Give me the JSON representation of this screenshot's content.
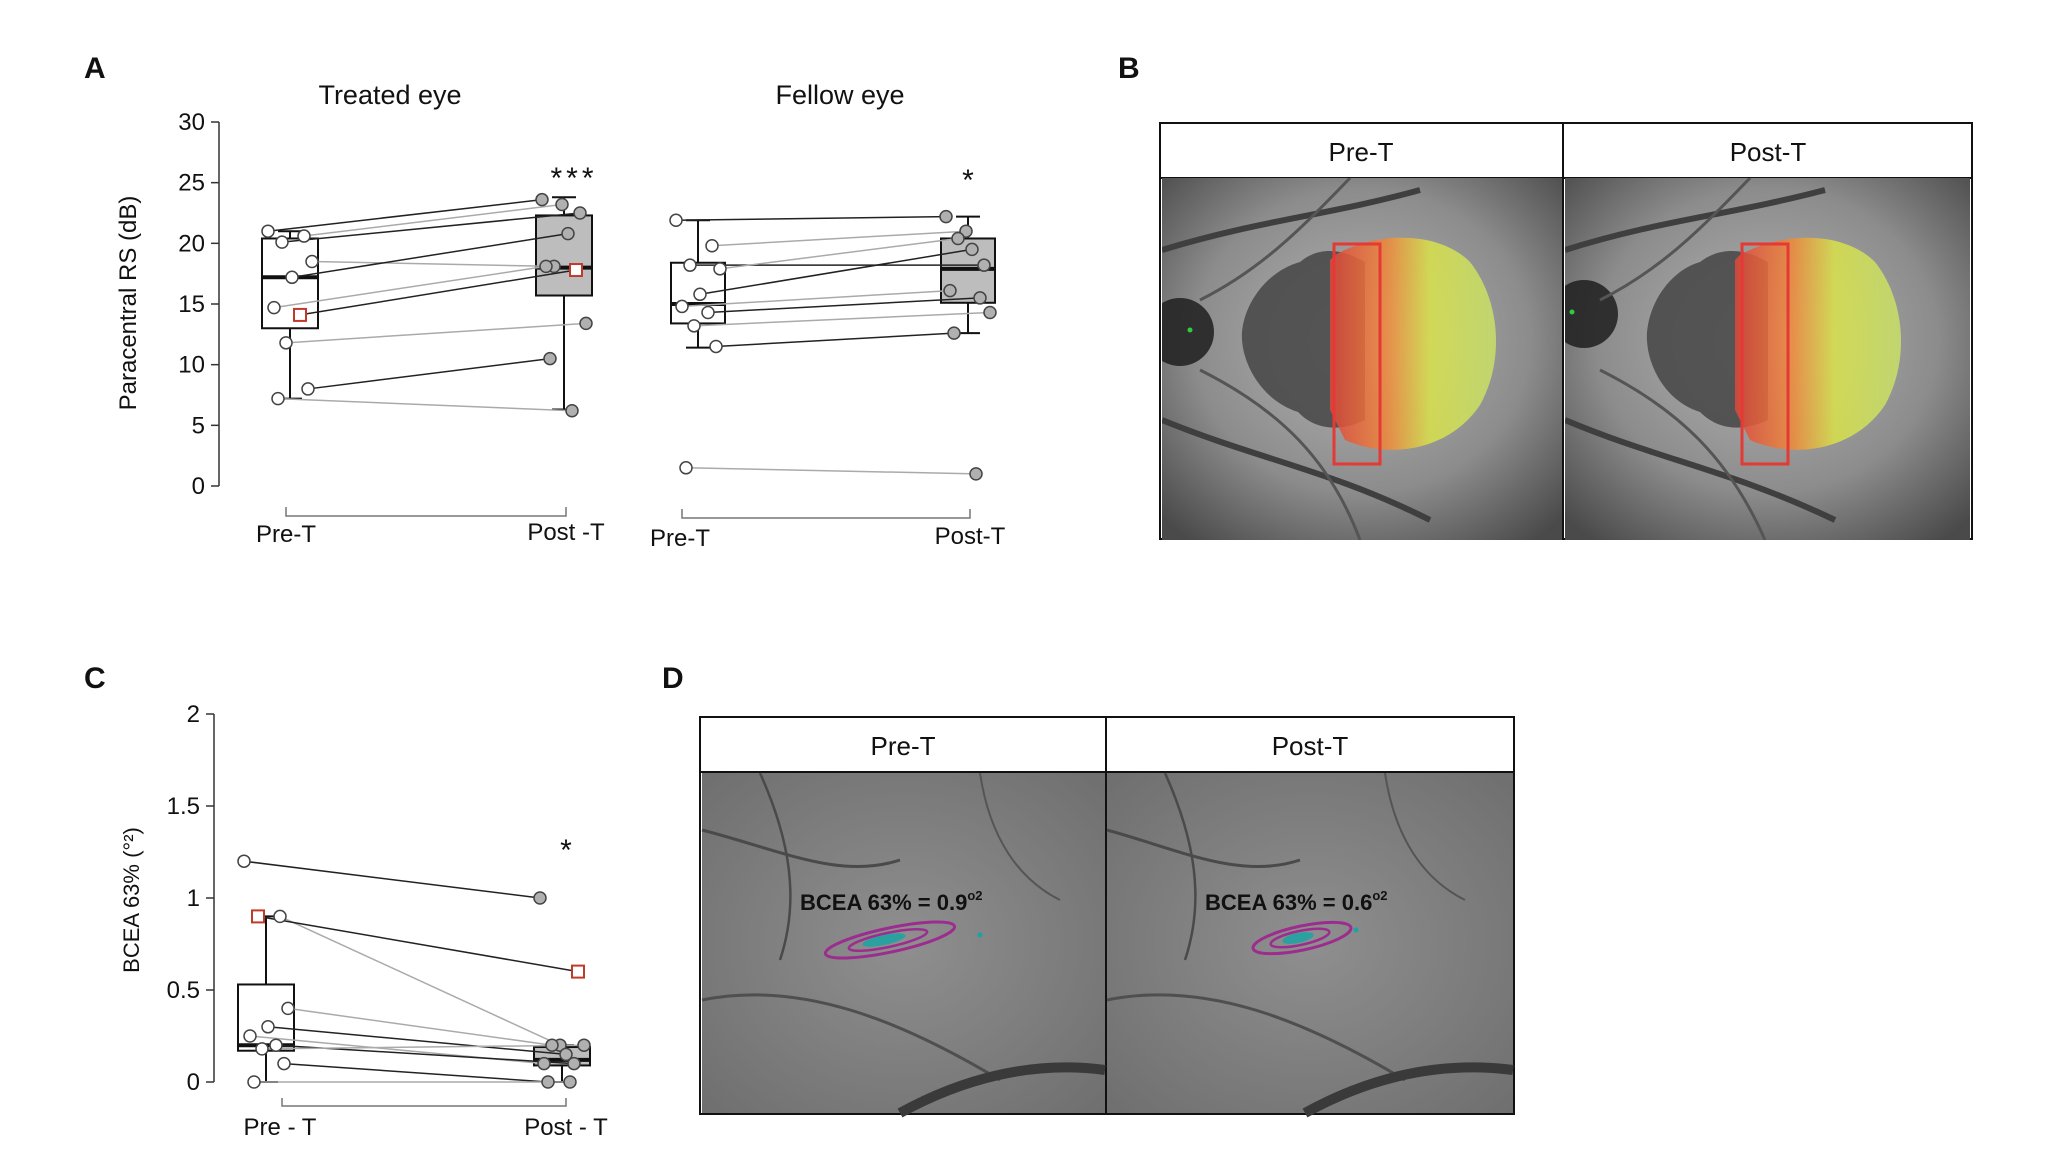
{
  "figure": {
    "panel_labels": [
      "A",
      "B",
      "C",
      "D"
    ]
  },
  "panel_a": {
    "ylabel": "Paracentral RS (dB)",
    "yticks": [
      "0",
      "5",
      "10",
      "15",
      "20",
      "25",
      "30"
    ],
    "treated": {
      "title": "Treated eye",
      "xticks": [
        "Pre-T",
        "Post -T"
      ],
      "significance": "***"
    },
    "fellow": {
      "title": "Fellow eye",
      "xticks": [
        "Pre-T",
        "Post-T"
      ],
      "significance": "*"
    }
  },
  "panel_b": {
    "headers": [
      "Pre-T",
      "Post-T"
    ]
  },
  "panel_c": {
    "ylabel": "BCEA 63% (°²)",
    "yticks": [
      "0",
      "0.5",
      "1",
      "1.5",
      "2"
    ],
    "xticks": [
      "Pre - T",
      "Post - T"
    ],
    "significance": "*"
  },
  "panel_d": {
    "headers": [
      "Pre-T",
      "Post-T"
    ],
    "annotations": [
      {
        "label": "BCEA 63%",
        "value": "= 0.9",
        "unit": "o2"
      },
      {
        "label": "BCEA 63%",
        "value": "= 0.6",
        "unit": "o2"
      }
    ]
  },
  "colors": {
    "box_pre": "#ffffff",
    "box_post": "#bdbdbd",
    "highlight_marker": "#c0392b",
    "roi_rect": "#e53935",
    "bcea_ellipse": "#9c2d8f",
    "fixation_points": "#1aa3a3"
  },
  "chart_data": [
    {
      "type": "box",
      "title": "Treated eye",
      "ylabel": "Paracentral RS (dB)",
      "ylim": [
        0,
        30
      ],
      "categories": [
        "Pre-T",
        "Post -T"
      ],
      "boxes": [
        {
          "category": "Pre-T",
          "whisker_low": 7.2,
          "q1": 13.0,
          "median": 17.2,
          "q3": 20.4,
          "whisker_high": 21.0
        },
        {
          "category": "Post -T",
          "whisker_low": 6.3,
          "q1": 15.7,
          "median": 18.0,
          "q3": 22.3,
          "whisker_high": 23.8
        }
      ],
      "paired": [
        {
          "pre": 21.0,
          "post": 23.6,
          "pre_marker": "circle",
          "post_marker": "circle"
        },
        {
          "pre": 20.6,
          "post": 23.2,
          "pre_marker": "circle",
          "post_marker": "circle"
        },
        {
          "pre": 20.1,
          "post": 22.5,
          "pre_marker": "circle",
          "post_marker": "circle"
        },
        {
          "pre": 18.5,
          "post": 18.1,
          "pre_marker": "circle",
          "post_marker": "circle"
        },
        {
          "pre": 17.2,
          "post": 20.8,
          "pre_marker": "circle",
          "post_marker": "circle"
        },
        {
          "pre": 14.7,
          "post": 18.1,
          "pre_marker": "circle",
          "post_marker": "circle"
        },
        {
          "pre": 14.1,
          "post": 17.8,
          "pre_marker": "square",
          "post_marker": "square"
        },
        {
          "pre": 11.8,
          "post": 13.4,
          "pre_marker": "circle",
          "post_marker": "circle"
        },
        {
          "pre": 8.0,
          "post": 10.5,
          "pre_marker": "circle",
          "post_marker": "circle"
        },
        {
          "pre": 7.2,
          "post": 6.2,
          "pre_marker": "circle",
          "post_marker": "circle"
        }
      ]
    },
    {
      "type": "box",
      "title": "Fellow eye",
      "ylabel": "Paracentral RS (dB)",
      "ylim": [
        0,
        30
      ],
      "categories": [
        "Pre-T",
        "Post-T"
      ],
      "boxes": [
        {
          "category": "Pre-T",
          "whisker_low": 11.4,
          "q1": 13.4,
          "median": 15.0,
          "q3": 18.4,
          "whisker_high": 21.9
        },
        {
          "category": "Post-T",
          "whisker_low": 12.6,
          "q1": 15.1,
          "median": 17.9,
          "q3": 20.4,
          "whisker_high": 22.2
        }
      ],
      "paired": [
        {
          "pre": 21.9,
          "post": 22.2,
          "pre_marker": "circle",
          "post_marker": "circle"
        },
        {
          "pre": 19.8,
          "post": 21.0,
          "pre_marker": "circle",
          "post_marker": "circle"
        },
        {
          "pre": 18.2,
          "post": 18.2,
          "pre_marker": "circle",
          "post_marker": "circle"
        },
        {
          "pre": 17.9,
          "post": 20.4,
          "pre_marker": "circle",
          "post_marker": "circle"
        },
        {
          "pre": 15.8,
          "post": 19.5,
          "pre_marker": "circle",
          "post_marker": "circle"
        },
        {
          "pre": 14.8,
          "post": 16.1,
          "pre_marker": "circle",
          "post_marker": "circle"
        },
        {
          "pre": 14.3,
          "post": 15.5,
          "pre_marker": "circle",
          "post_marker": "circle"
        },
        {
          "pre": 13.2,
          "post": 14.3,
          "pre_marker": "circle",
          "post_marker": "circle"
        },
        {
          "pre": 11.5,
          "post": 12.6,
          "pre_marker": "circle",
          "post_marker": "circle"
        },
        {
          "pre": 1.5,
          "post": 1.0,
          "pre_marker": "circle",
          "post_marker": "circle"
        }
      ]
    },
    {
      "type": "box",
      "title": "",
      "ylabel": "BCEA 63% (°²)",
      "ylim": [
        0,
        2
      ],
      "categories": [
        "Pre - T",
        "Post - T"
      ],
      "boxes": [
        {
          "category": "Pre - T",
          "whisker_low": 0.0,
          "q1": 0.17,
          "median": 0.2,
          "q3": 0.53,
          "whisker_high": 0.9
        },
        {
          "category": "Post - T",
          "whisker_low": 0.0,
          "q1": 0.09,
          "median": 0.12,
          "q3": 0.19,
          "whisker_high": 0.2
        }
      ],
      "paired": [
        {
          "pre": 1.2,
          "post": 1.0,
          "pre_marker": "circle",
          "post_marker": "circle"
        },
        {
          "pre": 0.9,
          "post": 0.2,
          "pre_marker": "circle",
          "post_marker": "circle"
        },
        {
          "pre": 0.9,
          "post": 0.6,
          "pre_marker": "square",
          "post_marker": "square"
        },
        {
          "pre": 0.4,
          "post": 0.2,
          "pre_marker": "circle",
          "post_marker": "circle"
        },
        {
          "pre": 0.3,
          "post": 0.15,
          "pre_marker": "circle",
          "post_marker": "circle"
        },
        {
          "pre": 0.25,
          "post": 0.1,
          "pre_marker": "circle",
          "post_marker": "circle"
        },
        {
          "pre": 0.2,
          "post": 0.1,
          "pre_marker": "circle",
          "post_marker": "circle"
        },
        {
          "pre": 0.18,
          "post": 0.2,
          "pre_marker": "circle",
          "post_marker": "circle"
        },
        {
          "pre": 0.1,
          "post": 0.0,
          "pre_marker": "circle",
          "post_marker": "circle"
        },
        {
          "pre": 0.0,
          "post": 0.0,
          "pre_marker": "circle",
          "post_marker": "circle"
        }
      ]
    }
  ]
}
